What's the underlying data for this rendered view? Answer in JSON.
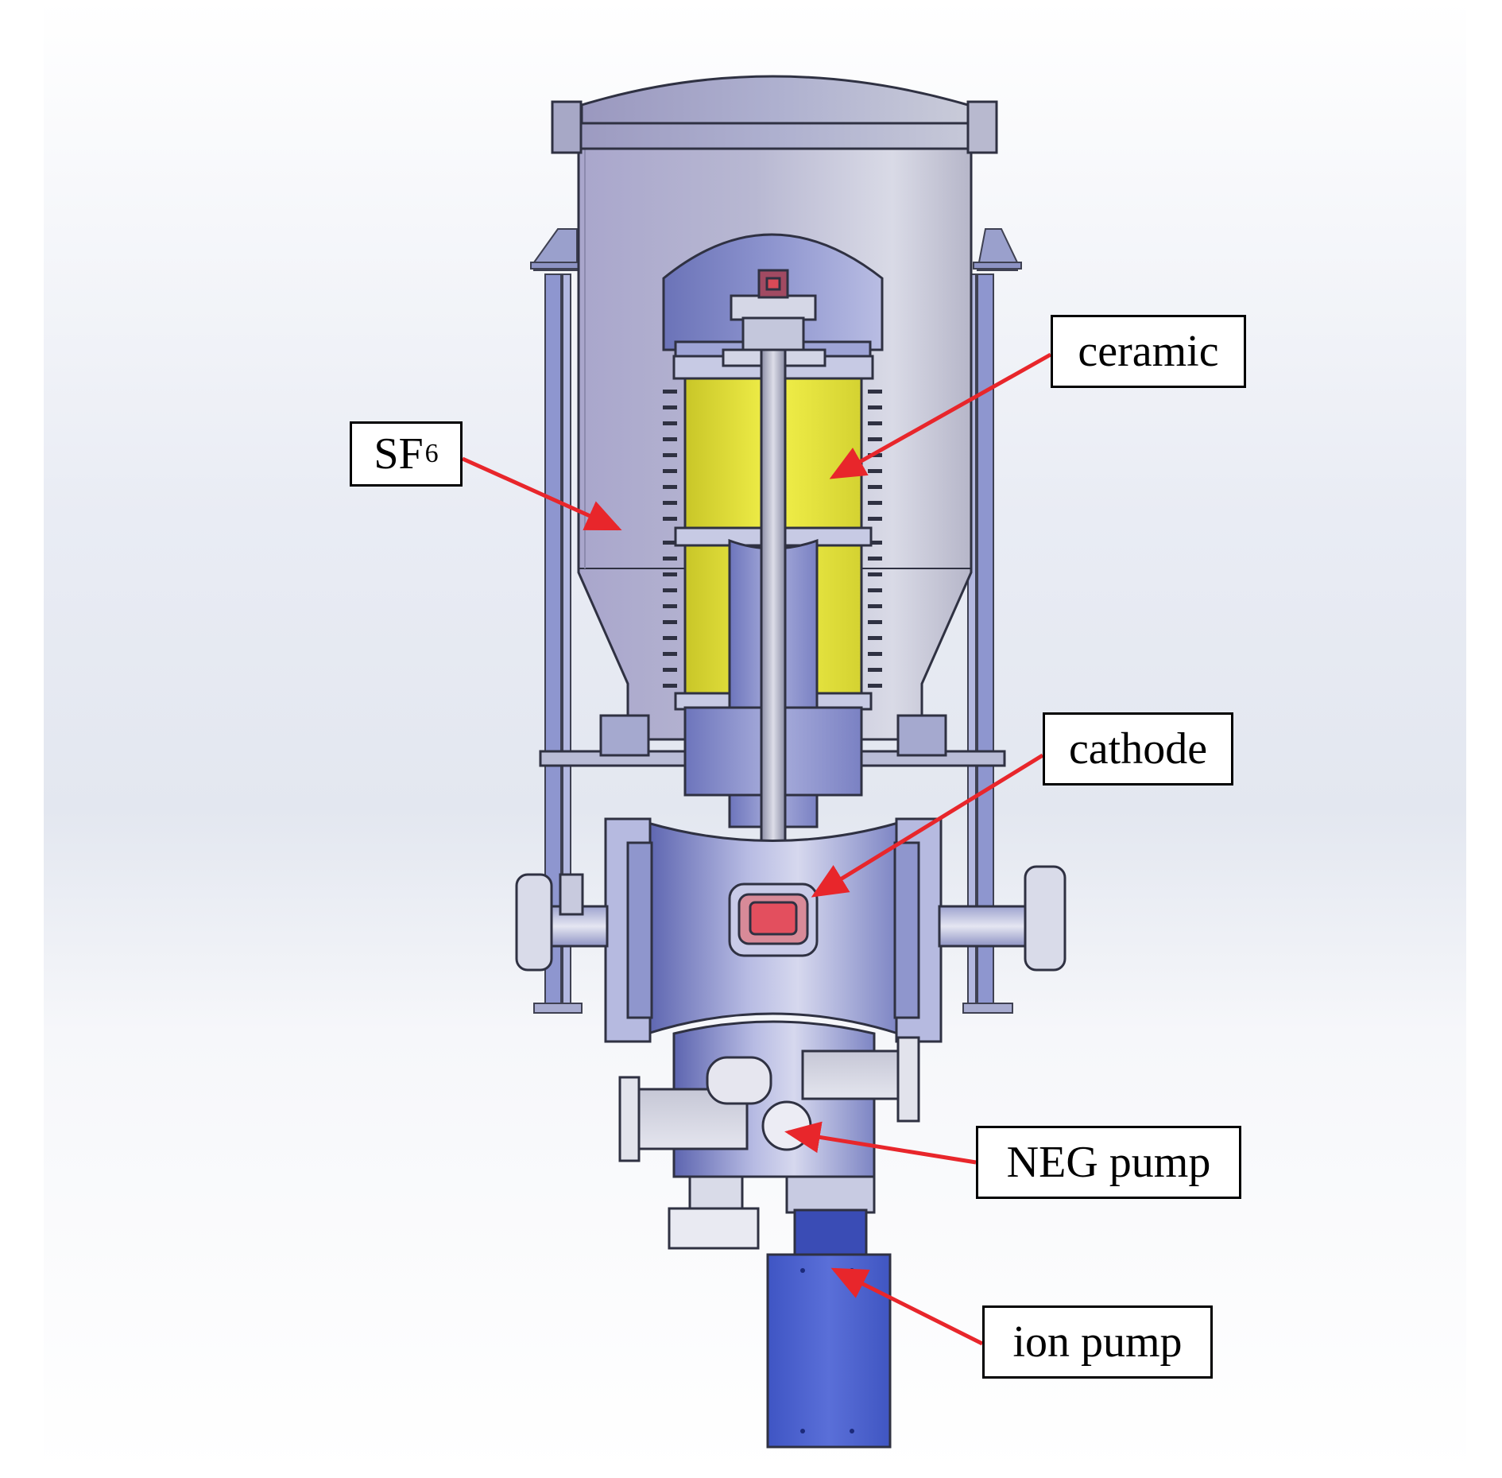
{
  "labels": {
    "sf6_main": "SF",
    "sf6_sub": "6",
    "ceramic": "ceramic",
    "cathode": "cathode",
    "neg_pump": "NEG pump",
    "ion_pump": "ion pump"
  },
  "colors": {
    "arrow": "#e8262b",
    "ceramic": "#e6e43a",
    "ion_pump": "#4b63cf",
    "vessel": "#b9bdd6",
    "chamber": "#7f86c8"
  }
}
